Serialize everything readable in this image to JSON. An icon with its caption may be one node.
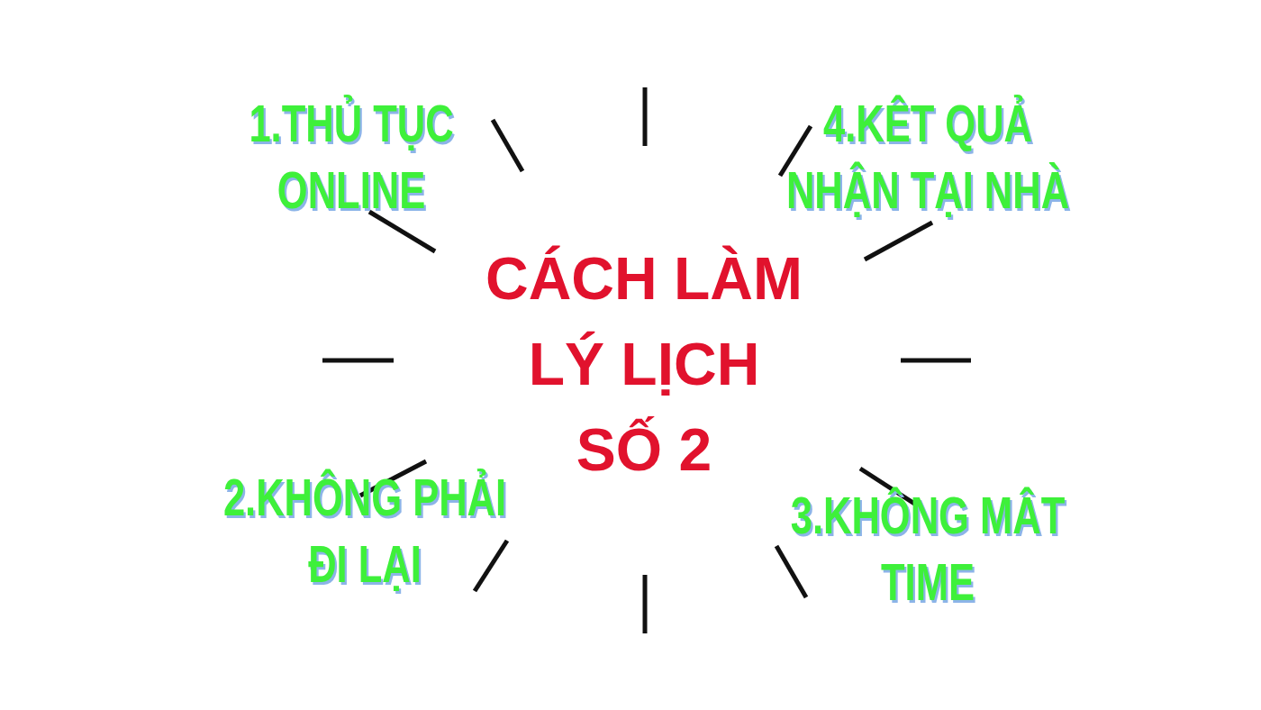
{
  "diagram": {
    "title": "CÁCH LÀM LÝ LỊCH SỐ 2",
    "labels": [
      "1.THỦ TỤC ONLINE",
      "4.KÊT QUẢ NHẬN TẠI NHÀ",
      "2.KHÔNG PHẢI ĐI LẠI",
      "3.KHÔNG MÂT TIME"
    ]
  }
}
